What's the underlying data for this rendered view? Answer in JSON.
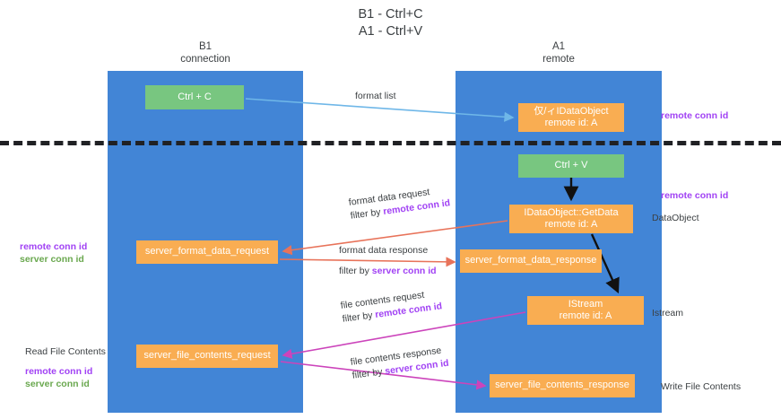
{
  "title": {
    "line1": "B1 - Ctrl+C",
    "line2": "A1 - Ctrl+V"
  },
  "lanes": [
    {
      "id": "b1",
      "line1": "B1",
      "line2": "connection",
      "color": "#4285d6"
    },
    {
      "id": "a1",
      "line1": "A1",
      "line2": "remote",
      "color": "#4285d6"
    }
  ],
  "nodes": {
    "ctrl_c": {
      "label": "Ctrl + C",
      "sub": "",
      "color": "#78c680"
    },
    "idataobject": {
      "label": "仅/ィIDataObject",
      "sub": "remote id: A",
      "color": "#f9ad52"
    },
    "ctrl_v": {
      "label": "Ctrl + V",
      "sub": "",
      "color": "#78c680"
    },
    "getdata": {
      "label": "IDataObject::GetData",
      "sub": "remote id: A",
      "color": "#f9ad52"
    },
    "sfd_request": {
      "label": "server_format_data_request",
      "sub": "",
      "color": "#f9ad52"
    },
    "sfd_response": {
      "label": "server_format_data_response",
      "sub": "",
      "color": "#f9ad52"
    },
    "istream": {
      "label": "IStream",
      "sub": "remote id: A",
      "color": "#f9ad52"
    },
    "sfc_request": {
      "label": "server_file_contents_request",
      "sub": "",
      "color": "#f9ad52"
    },
    "sfc_response": {
      "label": "server_file_contents_response",
      "sub": "",
      "color": "#f9ad52"
    }
  },
  "captions": {
    "format_list": {
      "line1": "format list",
      "line2": "",
      "highlight": ""
    },
    "format_data_request": {
      "line1": "format data request",
      "prefix2": "filter by ",
      "highlight2": "remote conn id",
      "highlight_color": "purple"
    },
    "format_data_response": {
      "line1": "format data response",
      "prefix2": "filter by ",
      "highlight2": "server conn id",
      "highlight_color": "purple"
    },
    "file_contents_request": {
      "line1": "file contents request",
      "prefix2": "filter by ",
      "highlight2": "remote conn id",
      "highlight_color": "purple"
    },
    "file_contents_response": {
      "line1": "file contents response",
      "prefix2": "filter by ",
      "highlight2": "server conn id",
      "highlight_color": "purple"
    }
  },
  "side_labels": {
    "right_1": {
      "text": "remote conn id",
      "color": "#a142f4"
    },
    "right_2": {
      "text": "remote conn id",
      "color": "#a142f4"
    },
    "right_3": {
      "text": "DataObject",
      "color": "#3c4043"
    },
    "right_4": {
      "text": "Istream",
      "color": "#3c4043"
    },
    "right_5": {
      "text": "Write File Contents",
      "color": "#3c4043"
    },
    "left_1": {
      "remote": "remote conn id",
      "server": "server conn id"
    },
    "left_2": {
      "heading": "Read File Contents",
      "remote": "remote conn id",
      "server": "server conn id"
    }
  },
  "colors": {
    "lane": "#4285d6",
    "green_node": "#78c680",
    "orange_node": "#f9ad52",
    "purple": "#a142f4",
    "green_text": "#6aa84f",
    "red_arrow": "#e8735a",
    "magenta_arrow": "#cc44bb",
    "blue_arrow": "#6fb7e8",
    "black_arrow": "#000000",
    "separator": "#202124"
  }
}
